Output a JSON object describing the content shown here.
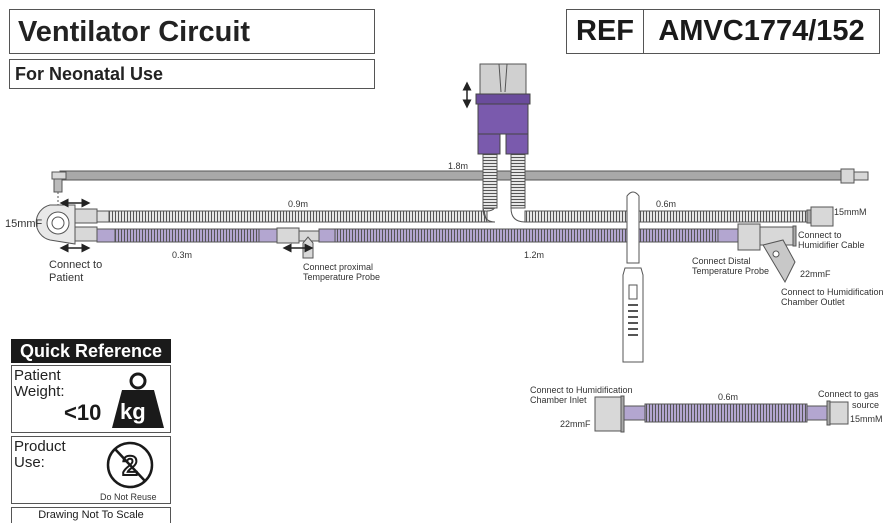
{
  "header": {
    "title": "Ventilator Circuit",
    "subtitle": "For Neonatal Use",
    "ref_label": "REF",
    "ref_value": "AMVC1774/152"
  },
  "colors": {
    "limb_grey": "#c8c8c8",
    "limb_purple": "#b3a6d0",
    "manifold_purple": "#6a4c9c",
    "connector_grey": "#d8d8d8",
    "outline": "#555555"
  },
  "diagram": {
    "lengths": {
      "sensor_line": "1.8m",
      "expiratory_left": "0.9m",
      "expiratory_right": "0.6m",
      "inspiratory_left": "0.3m",
      "inspiratory_right": "1.2m",
      "dry_line": "0.6m"
    },
    "labels": {
      "wye_size": "15mmF",
      "connect_patient": [
        "Connect to",
        "Patient"
      ],
      "connect_proximal": [
        "Connect proximal",
        "Temperature Probe"
      ],
      "connect_distal": [
        "Connect Distal",
        "Temperature Probe"
      ],
      "exp_end_size": "15mmM",
      "connect_humidifier_cable": [
        "Connect to",
        "Humidifier Cable"
      ],
      "chamber_outlet_size": "22mmF",
      "connect_chamber_outlet": [
        "Connect to Humidification",
        "Chamber Outlet"
      ],
      "connect_chamber_inlet": [
        "Connect to Humidification",
        "Chamber Inlet"
      ],
      "chamber_inlet_size": "22mmF",
      "connect_gas": [
        "Connect to gas",
        "source"
      ],
      "gas_size": "15mmM"
    }
  },
  "quick_reference": {
    "heading": "Quick Reference",
    "weight_label": [
      "Patient",
      "Weight:"
    ],
    "weight_value": "<10",
    "weight_unit": "kg",
    "use_label": [
      "Product",
      "Use:"
    ],
    "use_caption": "Do Not Reuse",
    "footer": "Drawing Not To Scale"
  }
}
